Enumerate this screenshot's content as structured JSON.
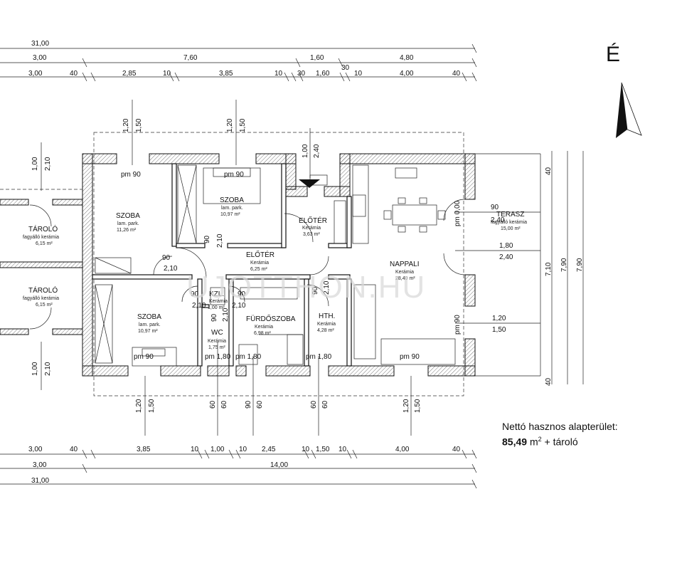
{
  "north": {
    "label": "É"
  },
  "watermark": "UJOTTHON.HU",
  "summary": {
    "line1": "Nettó hasznos alapterület:",
    "area_value": "85,49",
    "area_unit": "m",
    "area_sup": "2",
    "suffix": " + tároló"
  },
  "dims_top": {
    "row1": [
      "31,00"
    ],
    "row2": [
      "3,00",
      "7,60",
      "1,60",
      "4,80"
    ],
    "row3": [
      "3,00",
      "40",
      "2,85",
      "10",
      "3,85",
      "10",
      "30",
      "1,60",
      "10",
      "4,00",
      "40"
    ],
    "row3_extra": "30"
  },
  "dims_bottom": {
    "row1": [
      "3,00",
      "40",
      "3,85",
      "10",
      "1,00",
      "10",
      "2,45",
      "10",
      "1,50",
      "10",
      "4,00",
      "40"
    ],
    "row2": [
      "3,00",
      "14,00"
    ],
    "row3": [
      "31,00"
    ]
  },
  "dims_right": [
    "40",
    "7,10",
    "7,90",
    "7,90",
    "40"
  ],
  "dims_left": [
    "1,00",
    "2,10",
    "1,00",
    "2,10"
  ],
  "dims_top_openings": [
    "1,20",
    "1,50",
    "1,20",
    "1,50",
    "1,00",
    "2,40"
  ],
  "dims_bottom_openings": [
    "1,20",
    "1,50",
    "60",
    "60",
    "90",
    "60",
    "60",
    "60",
    "1,20",
    "1,50"
  ],
  "rooms": {
    "szoba1": {
      "name": "SZOBA",
      "floor": "lam. park.",
      "area": "11,26 m²"
    },
    "szoba2": {
      "name": "SZOBA",
      "floor": "lam. park.",
      "area": "10,97 m²"
    },
    "szoba3": {
      "name": "SZOBA",
      "floor": "lam. park.",
      "area": "10,97 m²"
    },
    "eloter1": {
      "name": "ELŐTÉR",
      "floor": "Kerámia",
      "area": "3,63 m²"
    },
    "eloter2": {
      "name": "ELŐTÉR",
      "floor": "Kerámia",
      "area": "6,25 m²"
    },
    "nappali": {
      "name": "NAPPALI",
      "floor": "Kerámia",
      "area": "28,40 m²"
    },
    "terasz": {
      "name": "TERASZ",
      "floor": "fagyálló kerámia",
      "area": "15,00 m²"
    },
    "kzl": {
      "name": "KZL.",
      "floor": "Kerámia",
      "area": "1,00 m²"
    },
    "wc": {
      "name": "WC",
      "floor": "Kerámia",
      "area": "1,75 m²"
    },
    "furdo": {
      "name": "FÜRDŐSZOBA",
      "floor": "Kerámia",
      "area": "6,98 m²"
    },
    "hth": {
      "name": "HTH.",
      "floor": "Kerámia",
      "area": "4,28 m²"
    },
    "tarolo1": {
      "name": "TÁROLÓ",
      "floor": "fagyálló kerámia",
      "area": "6,15 m²"
    },
    "tarolo2": {
      "name": "TÁROLÓ",
      "floor": "fagyálló kerámia",
      "area": "6,15 m²"
    }
  },
  "parapets": [
    "pm 90",
    "pm 90",
    "pm 0,00",
    "pm 90",
    "pm 90",
    "pm 1,80",
    "pm 1,80",
    "pm 1,80",
    "pm 90"
  ],
  "doors": [
    "90",
    "2,10",
    "90",
    "2,10",
    "90",
    "2,10",
    "90",
    "2,10",
    "90",
    "2,10",
    "2,10",
    "90",
    "2,10",
    "90",
    "2,40",
    "1,80",
    "2,40",
    "1,20",
    "1,50",
    "90",
    "2,10",
    "90"
  ]
}
